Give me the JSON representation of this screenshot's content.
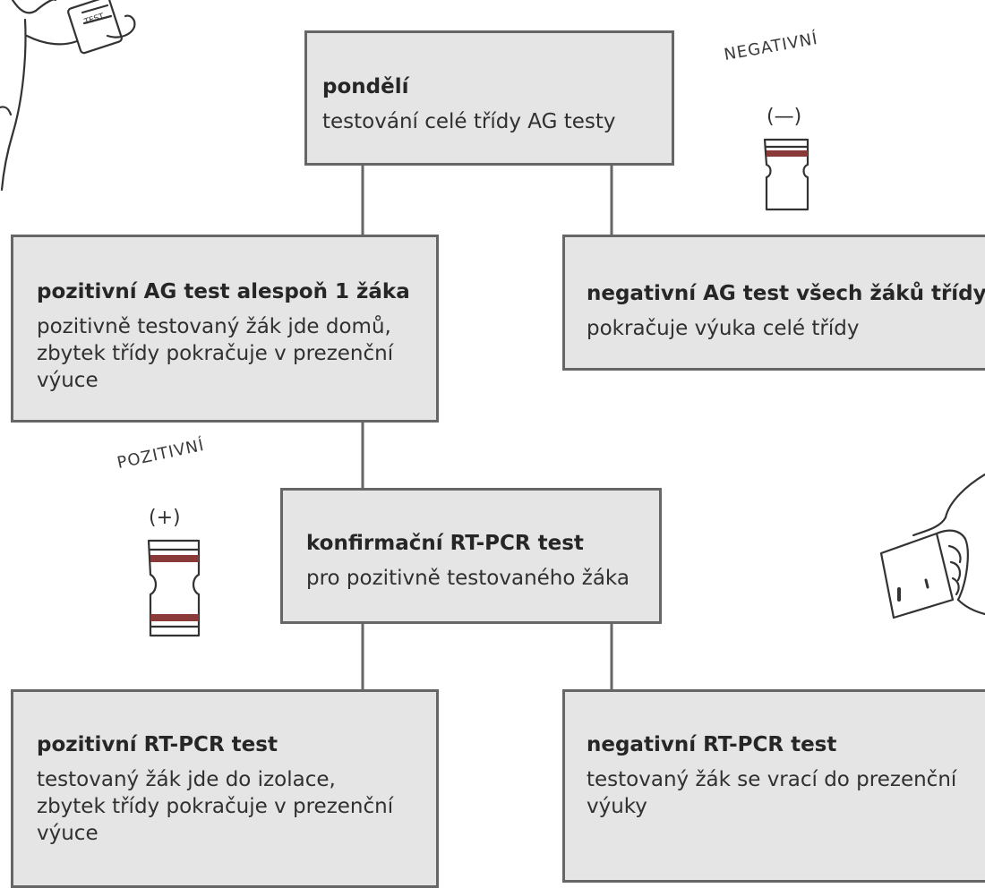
{
  "diagram": {
    "nodes": [
      {
        "id": "monday",
        "title": "pondělí",
        "description": "testování celé třídy AG testy"
      },
      {
        "id": "positive-ag",
        "title": "pozitivní AG test alespoň 1 žáka",
        "description": "pozitivně testovaný žák jde domů, zbytek třídy pokračuje v prezenční výuce"
      },
      {
        "id": "negative-ag",
        "title": "negativní AG test všech žáků třídy",
        "description": "pokračuje výuka celé třídy"
      },
      {
        "id": "confirmation-pcr",
        "title": "konfirmační RT-PCR test",
        "description": "pro pozitivně testovaného žáka"
      },
      {
        "id": "positive-pcr",
        "title": "pozitivní RT-PCR test",
        "description": "testovaný žák jde do izolace, zbytek třídy pokračuje v prezenční výuce"
      },
      {
        "id": "negative-pcr",
        "title": "negativní RT-PCR test",
        "description": "testovaný žák se vrací do prezenční výuky"
      }
    ],
    "edges": [
      {
        "from": "monday",
        "to": "positive-ag"
      },
      {
        "from": "monday",
        "to": "negative-ag"
      },
      {
        "from": "positive-ag",
        "to": "confirmation-pcr"
      },
      {
        "from": "confirmation-pcr",
        "to": "positive-pcr"
      },
      {
        "from": "confirmation-pcr",
        "to": "negative-pcr"
      }
    ]
  },
  "annotations": {
    "negative_label": "NEGATIVNÍ",
    "negative_symbol": "(—)",
    "positive_label": "POZITIVNÍ",
    "positive_symbol": "(+)"
  },
  "illustrations": {
    "top_left": "person-holding-test-icon",
    "negative_test": "negative-test-cassette-icon",
    "positive_test": "positive-test-cassette-icon",
    "right_side": "hand-holding-test-icon"
  },
  "colors": {
    "box_fill": "#e5e5e5",
    "box_border": "#666666",
    "connector": "#666666",
    "test_stripe": "#8b3a3a"
  }
}
